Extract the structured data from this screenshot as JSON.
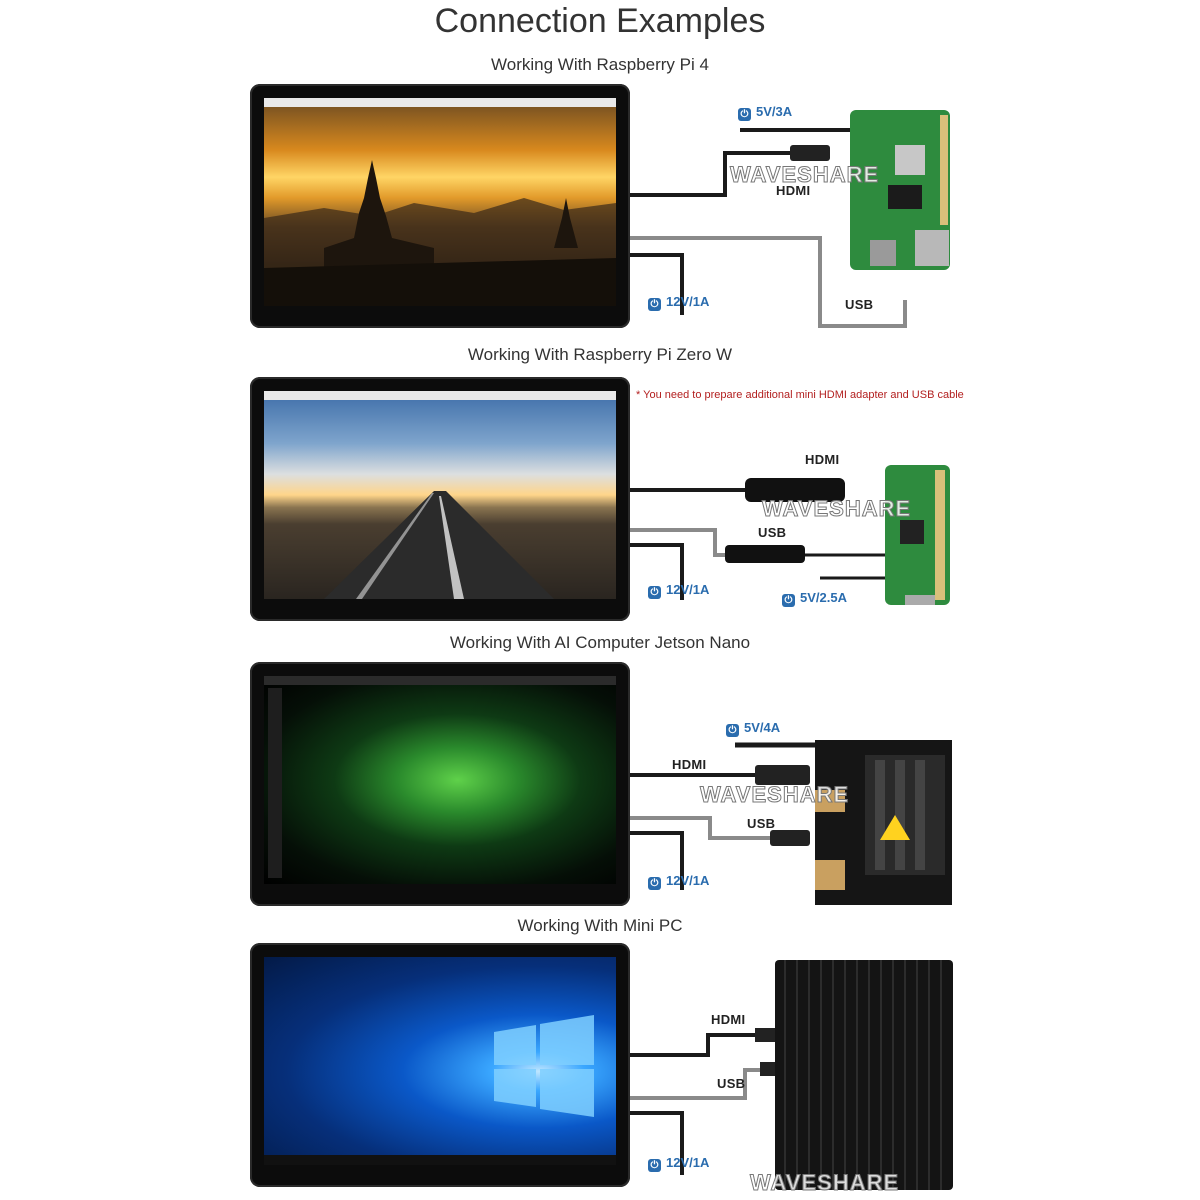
{
  "title": "Connection Examples",
  "watermark": "WAVESHARE",
  "note": "* You need to prepare additional mini HDMI adapter and USB cable",
  "sections": [
    {
      "heading": "Working With Raspberry Pi 4",
      "labels": {
        "hdmi": "HDMI",
        "usb": "USB",
        "power_board": "5V/3A",
        "power_screen": "12V/1A"
      }
    },
    {
      "heading": "Working With Raspberry Pi Zero W",
      "labels": {
        "hdmi": "HDMI",
        "usb": "USB",
        "power_board": "5V/2.5A",
        "power_screen": "12V/1A"
      }
    },
    {
      "heading": "Working With AI Computer Jetson Nano",
      "labels": {
        "hdmi": "HDMI",
        "usb": "USB",
        "power_board": "5V/4A",
        "power_screen": "12V/1A"
      }
    },
    {
      "heading": "Working With Mini PC",
      "labels": {
        "hdmi": "HDMI",
        "usb": "USB",
        "power_screen": "12V/1A"
      }
    }
  ],
  "colors": {
    "power_label": "#2a6cae",
    "cable": "#1a1a1a",
    "usb_cable": "#8a8a8a",
    "pcb_green": "#2e8b3e",
    "bezel": "#0c0c0c"
  }
}
